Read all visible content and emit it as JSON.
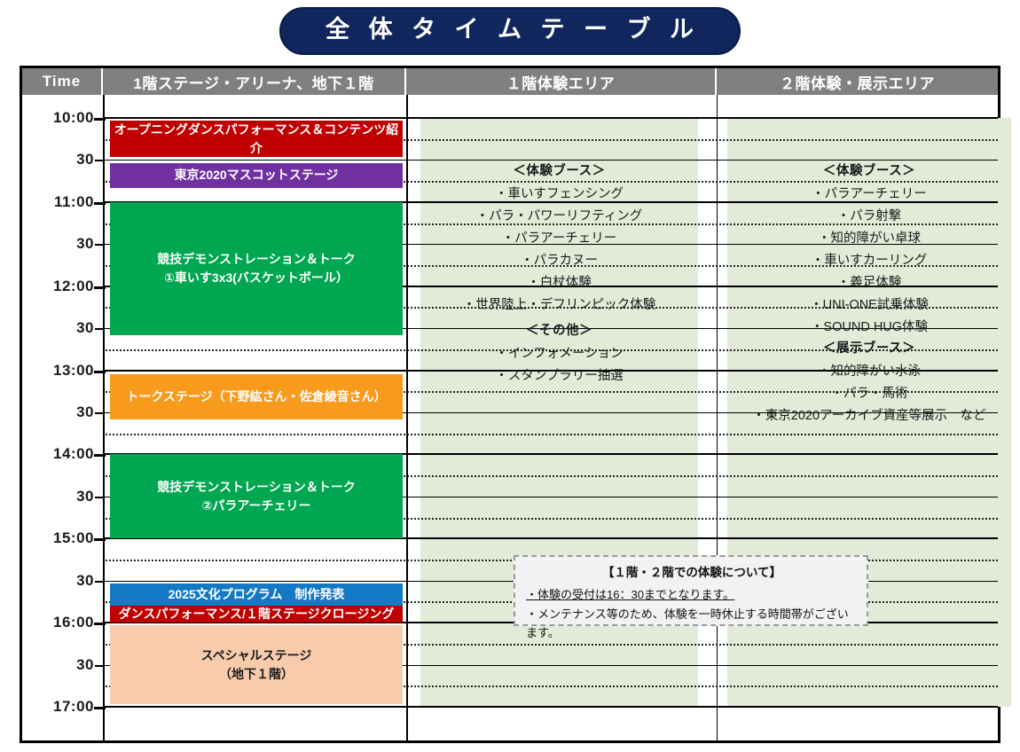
{
  "title": "全 体 タ イ ム テ ー ブ ル",
  "colors": {
    "title_bg": "#10265c",
    "header_bg": "#808080",
    "panel_bg": "#e2ebd8",
    "red": "#c00000",
    "purple": "#7030a0",
    "green": "#00a650",
    "orange": "#f89a1c",
    "blue": "#1379c4",
    "peach": "#f8cbad",
    "notice_bg": "#f2f2f2"
  },
  "header": {
    "time_label": "Time",
    "col1": "1階ステージ・アリーナ、地下１階",
    "col2": "１階体験エリア",
    "col3": "２階体験・展示エリア"
  },
  "time_axis": {
    "start": "10:00",
    "end": "17:00",
    "labels": [
      "10:00",
      "30",
      "11:00",
      "30",
      "12:00",
      "30",
      "13:00",
      "30",
      "14:00",
      "30",
      "15:00",
      "30",
      "16:00",
      "30",
      "17:00"
    ]
  },
  "stage_events": [
    {
      "id": "opening-dance",
      "label": "オープニングダンスパフォーマンス＆コンテンツ紹介",
      "sub": "",
      "color": "#c00000",
      "text_color": "#ffffff",
      "start": "10:02",
      "end": "10:28"
    },
    {
      "id": "tokyo2020-mascot",
      "label": "東京2020マスコットステージ",
      "sub": "",
      "color": "#7030a0",
      "text_color": "#ffffff",
      "start": "10:32",
      "end": "10:50"
    },
    {
      "id": "demo-talk-1",
      "label": "競技デモンストレーション＆トーク",
      "sub": "①車いす3x3(バスケットボール）",
      "color": "#00a650",
      "text_color": "#ffffff",
      "start": "11:00",
      "end": "12:35"
    },
    {
      "id": "talk-stage",
      "label": "トークステージ（下野紘さん・佐倉綾音さん）",
      "sub": "",
      "color": "#f89a1c",
      "text_color": "#ffffff",
      "start": "13:03",
      "end": "13:35"
    },
    {
      "id": "demo-talk-2",
      "label": "競技デモンストレーション＆トーク",
      "sub": "②パラアーチェリー",
      "color": "#00a650",
      "text_color": "#ffffff",
      "start": "14:00",
      "end": "15:00"
    },
    {
      "id": "culture-program-2025",
      "label": "2025文化プログラム　制作発表",
      "sub": "",
      "color": "#1379c4",
      "text_color": "#ffffff",
      "start": "15:32",
      "end": "15:48"
    },
    {
      "id": "dance-closing",
      "label": "ダンスパフォーマンス/１階ステージクロージング",
      "sub": "",
      "color": "#c00000",
      "text_color": "#ffffff",
      "start": "15:48",
      "end": "16:00"
    },
    {
      "id": "special-stage",
      "label": "スペシャルステージ",
      "sub": "（地下１階）",
      "color": "#f8cbad",
      "text_color": "#1a1a1a",
      "start": "16:02",
      "end": "16:58"
    }
  ],
  "floor1_area": {
    "panel_start": "10:00",
    "panel_end": "17:00",
    "sections": [
      {
        "heading": "＜体験ブース＞",
        "items": [
          "・車いすフェンシング",
          "・パラ・パワーリフティング",
          "・パラアーチェリー",
          "・パラカヌー",
          "・白杖体験",
          "・世界陸上・デフリンピック体験"
        ]
      },
      {
        "heading": "＜その他＞",
        "items": [
          "・インフォメーション",
          "・スタンプラリー抽選"
        ]
      }
    ]
  },
  "floor2_area": {
    "panel_start": "10:00",
    "panel_end": "17:00",
    "sections": [
      {
        "heading": "＜体験ブース＞",
        "items": [
          "・パラアーチェリー",
          "・パラ射撃",
          "・知的障がい卓球",
          "・車いすカーリング",
          "・義足体験",
          "・UNI-ONE試乗体験",
          "・SOUND HUG体験"
        ]
      },
      {
        "heading": "＜展示ブース＞",
        "items": [
          "・知的障がい水泳",
          "・パラ・馬術",
          "・東京2020アーカイブ資産等展示　など"
        ]
      }
    ]
  },
  "notice": {
    "title": "【１階・２階での体験について】",
    "line1": "・体験の受付は16：30までとなります。",
    "line2": "・メンテナンス等のため、体験を一時休止する時間帯がございます。"
  }
}
